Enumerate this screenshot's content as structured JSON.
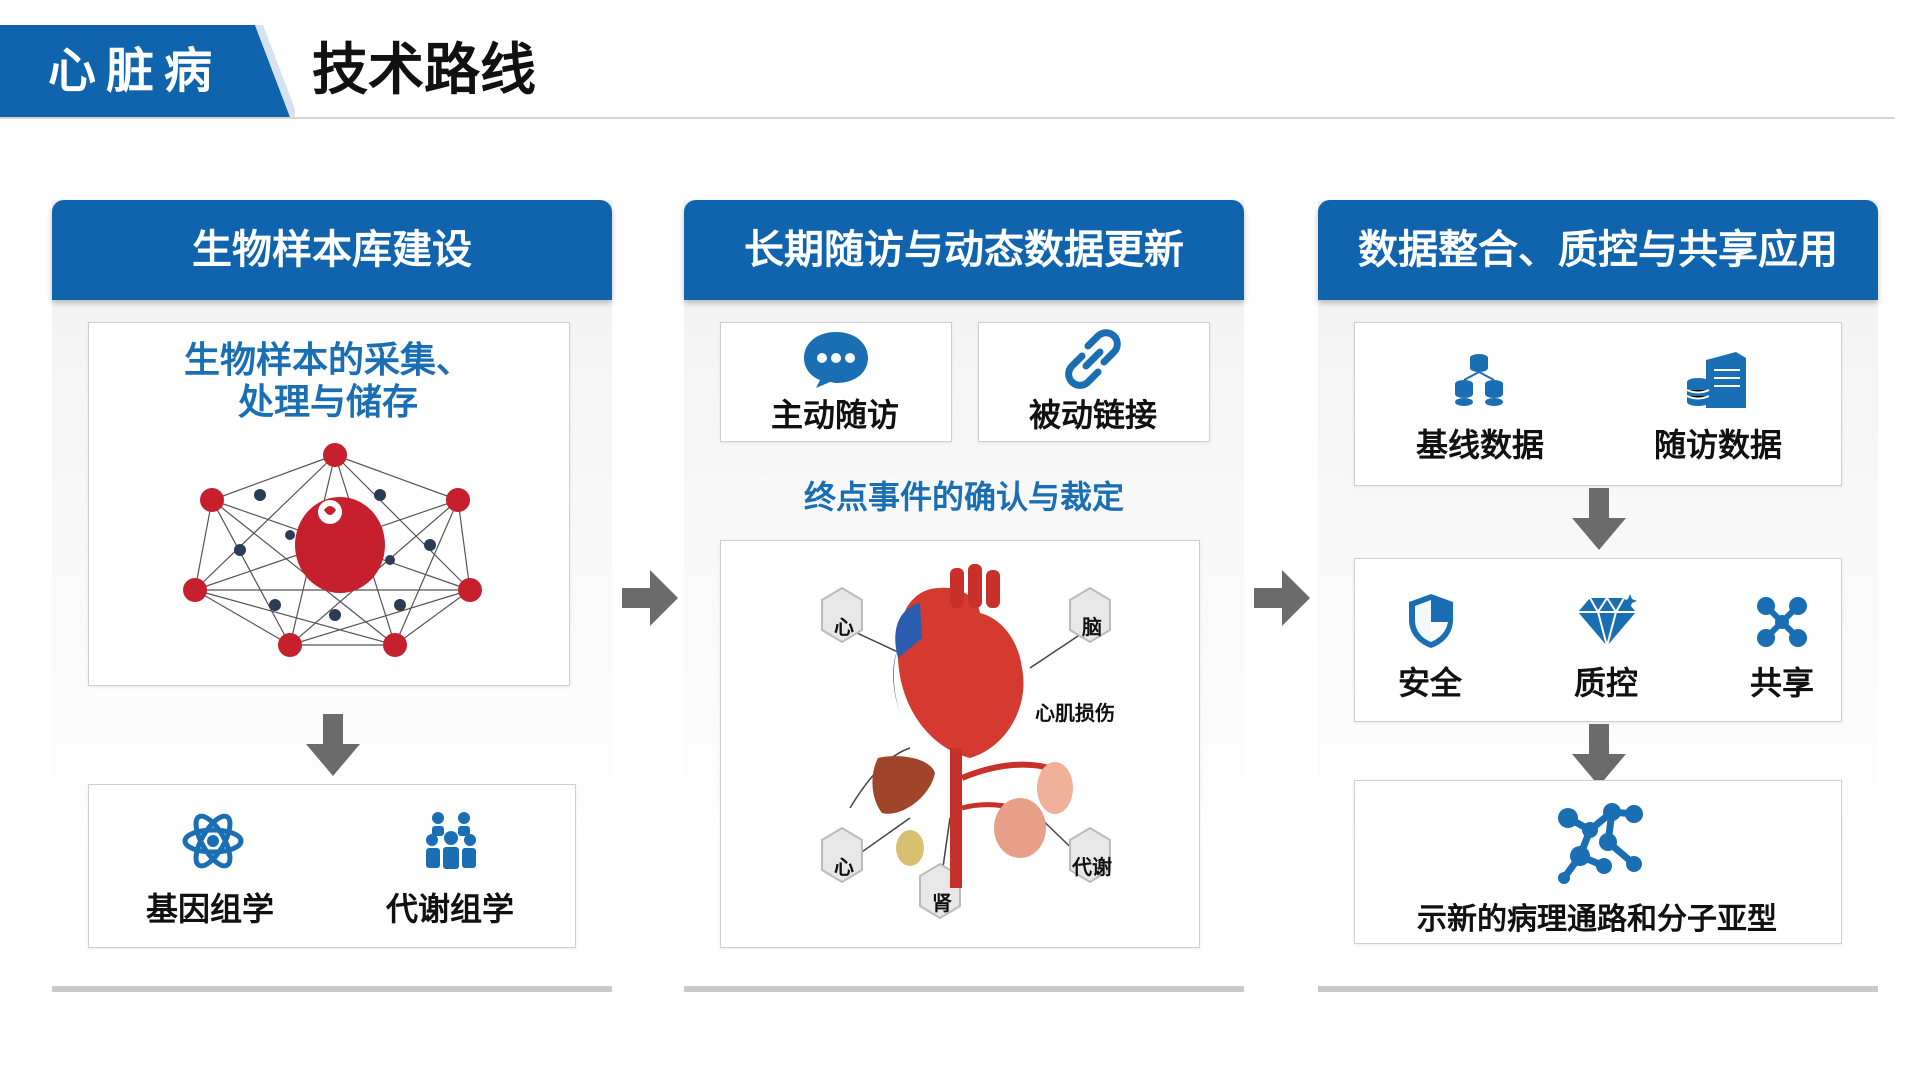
{
  "header": {
    "tag": "心脏病",
    "title": "技术路线"
  },
  "columns": [
    {
      "title": "生物样本库建设",
      "top_text_line1": "生物样本的采集、",
      "top_text_line2": "处理与储存",
      "items": [
        "基因组学",
        "代谢组学"
      ]
    },
    {
      "title": "长期随访与动态数据更新",
      "buttons": [
        "主动随访",
        "被动链接"
      ],
      "subtitle": "终点事件的确认与裁定",
      "organ_labels": [
        "心",
        "脑",
        "心肌损伤",
        "心",
        "代谢",
        "肾"
      ]
    },
    {
      "title": "数据整合、质控与共享应用",
      "data_items": [
        "基线数据",
        "随访数据"
      ],
      "qc_items": [
        "安全",
        "质控",
        "共享"
      ],
      "result": "示新的病理通路和分子亚型"
    }
  ],
  "colors": {
    "brand_blue": "#1063ad",
    "icon_blue": "#1a6fb4",
    "heart_red": "#c61f2e",
    "arrow_gray": "#6b6b6b"
  }
}
